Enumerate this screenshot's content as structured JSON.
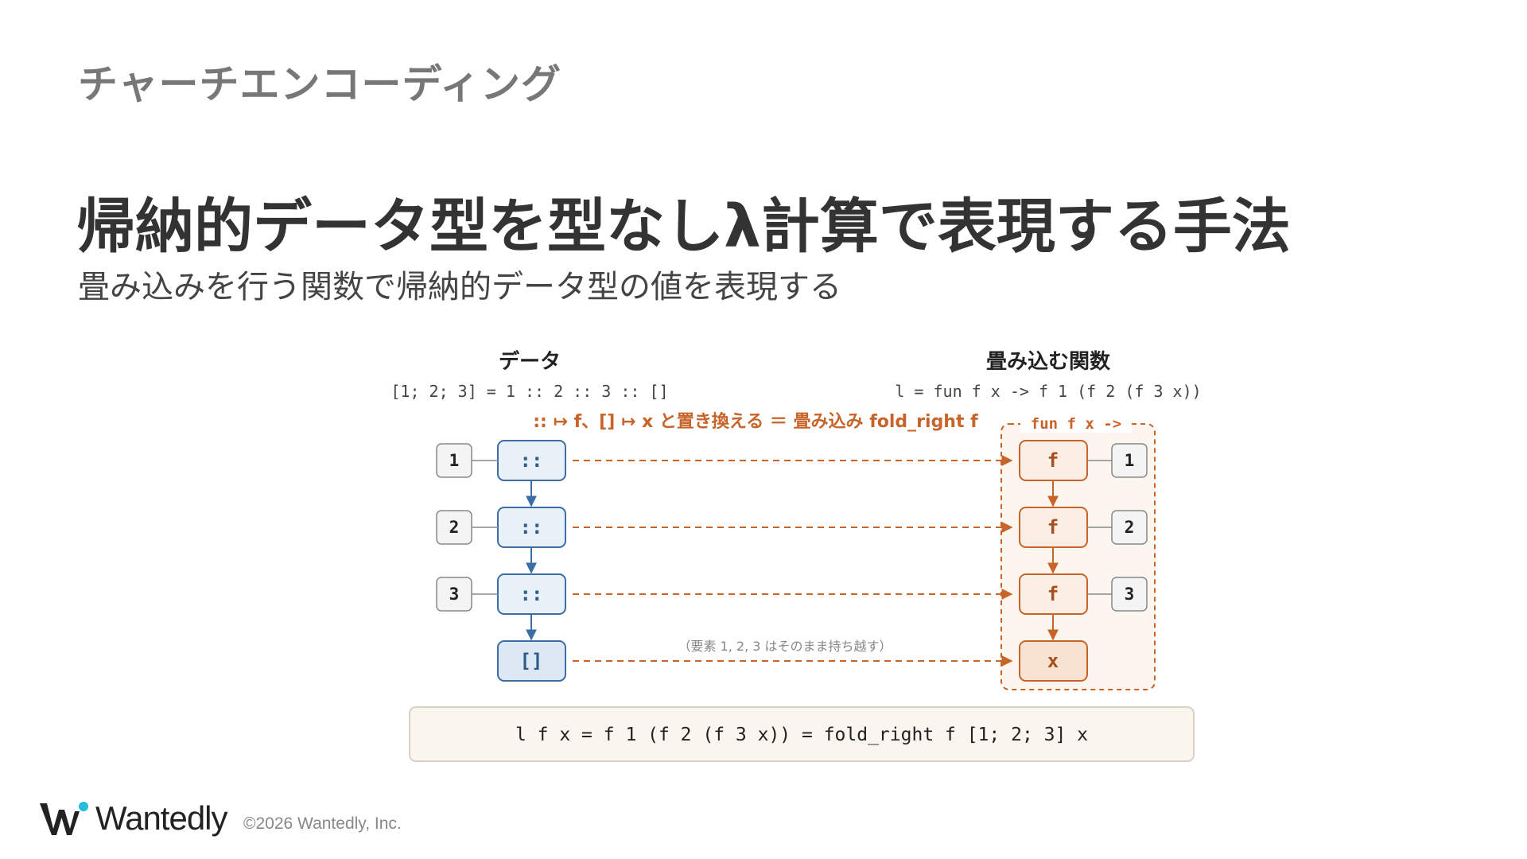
{
  "slide": {
    "section_title": "チャーチエンコーディング",
    "title": "帰納的データ型を型なしλ計算で表現する手法",
    "subtitle": "畳み込みを行う関数で帰納的データ型の値を表現する"
  },
  "diagram": {
    "left_heading": "データ",
    "left_code": "[1; 2; 3] = 1 :: 2 :: 3 :: []",
    "right_heading": "畳み込む関数",
    "right_code": "l = fun f x -> f 1 (f 2 (f 3 x))",
    "replace_caption": ":: ↦ f、[] ↦ x と置き換える ＝ 畳み込み fold_right f",
    "lambda_label": "fun f x ->",
    "elements": [
      "1",
      "2",
      "3"
    ],
    "cons_label": "::",
    "nil_label": "[]",
    "func_label": "f",
    "x_label": "x",
    "carry_note": "（要素 1, 2, 3 はそのまま持ち越す）",
    "result_equation": "l f x = f 1 (f 2 (f 3 x)) = fold_right f [1; 2; 3] x"
  },
  "colors": {
    "data_blue": "#3a6ea5",
    "func_orange": "#c8642a"
  },
  "footer": {
    "brand": "Wantedly",
    "copyright": "©2026 Wantedly, Inc."
  }
}
